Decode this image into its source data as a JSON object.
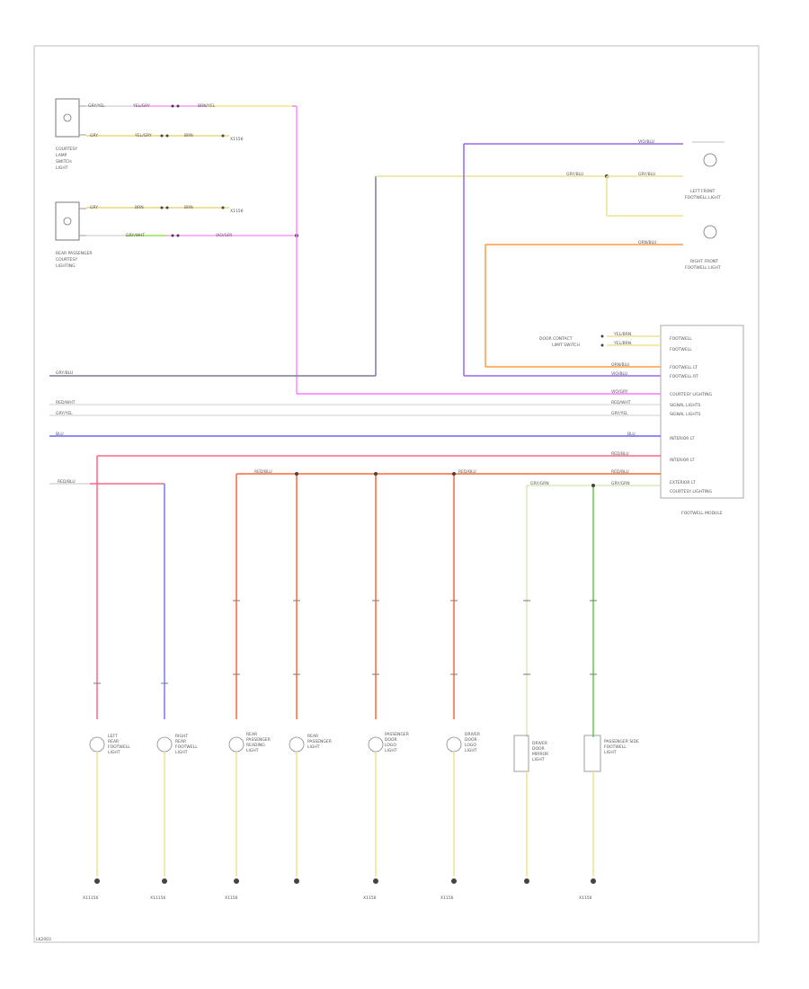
{
  "diagram": {
    "footer_code": "LK2003",
    "components": {
      "top_lamp": [
        "COURTESY",
        "LAMP",
        "SWITCH",
        "LIGHT"
      ],
      "second_lamp": [
        "REAR PASSENGER",
        "COURTESY",
        "LIGHTING"
      ],
      "right_top": [
        "LEFT FRONT",
        "FOOTWELL LIGHT"
      ],
      "right_second": [
        "RIGHT FRONT",
        "FOOTWELL LIGHT"
      ],
      "module": "FOOTWELL MODULE",
      "side_inputs": [
        "DOOR CONTACT",
        "LIMIT SWITCH"
      ],
      "bottom_lamps": [
        [
          "LEFT",
          "REAR",
          "FOOTWELL",
          "LIGHT"
        ],
        [
          "RIGHT",
          "REAR",
          "FOOTWELL",
          "LIGHT"
        ],
        [
          "REAR",
          "PASSENGER",
          "READING",
          "LIGHT"
        ],
        [
          "REAR",
          "PASSENGER",
          "LIGHT"
        ],
        [
          "PASSENGER",
          "DOOR",
          "LOGO",
          "LIGHT"
        ],
        [
          "DRIVER",
          "DOOR",
          "LOGO",
          "LIGHT"
        ],
        [
          "DRIVER",
          "DOOR",
          "MIRROR",
          "LIGHT"
        ],
        [
          "PASSENGER SIDE",
          "FOOTWELL",
          "LIGHT"
        ]
      ]
    },
    "module_pins": [
      "FOOTWELL",
      "FOOTWELL",
      "FOOTWELL LT",
      "FOOTWELL RT",
      "COURTESY LIGHTING",
      "SIGNAL LIGHTS",
      "SIGNAL LIGHTS",
      "INTERIOR LT",
      "INTERIOR LT",
      "EXTERIOR LT",
      "COURTESY LIGHTING"
    ],
    "wire_labels": {
      "w_top1": "GRY/YEL",
      "w_top2": "YEL/GRY",
      "w_top3": "BRN/YEL",
      "w_top4": "GRY",
      "w_top5": "YEL/GRY",
      "w_top6": "BRN",
      "w_sec1": "GRY",
      "w_sec2": "BRN",
      "w_sec3": "BRN",
      "w_sec4": "GRY/WHT",
      "w_sec5": "VIO/GRY",
      "w_r1": "VIO/BLU",
      "w_r2": "GRY/BLU",
      "w_r3": "GRY/BLU",
      "w_r4": "ORN/BLU",
      "w_mod1": "YEL/BRN",
      "w_mod2": "YEL/BRN",
      "w_mod3": "ORN/BLU",
      "w_mod4": "VIO/BLU",
      "w_mod5": "VIO/GRY",
      "w_mod6": "RED/WHT",
      "w_mod7": "GRY/YEL",
      "w_mod8": "BLU",
      "w_mod9": "RED/BLU",
      "w_mod10": "RED/BLU",
      "w_mod11": "GRY/GRN",
      "w_left1": "GRY/BLU",
      "w_left2": "RED/WHT",
      "w_left3": "GRY/YEL",
      "w_left4": "BLU",
      "w_left5": "RED/BLU",
      "w_drop1": "RED/BLU",
      "w_drop2": "RED/BLU",
      "w_drop3": "GRY/GRN",
      "splice1": "X1156",
      "splice2": "X1156",
      "gnd_labels": [
        "X11156",
        "X11156",
        "X1156",
        "X1156",
        "X1156",
        "X1156"
      ]
    }
  }
}
